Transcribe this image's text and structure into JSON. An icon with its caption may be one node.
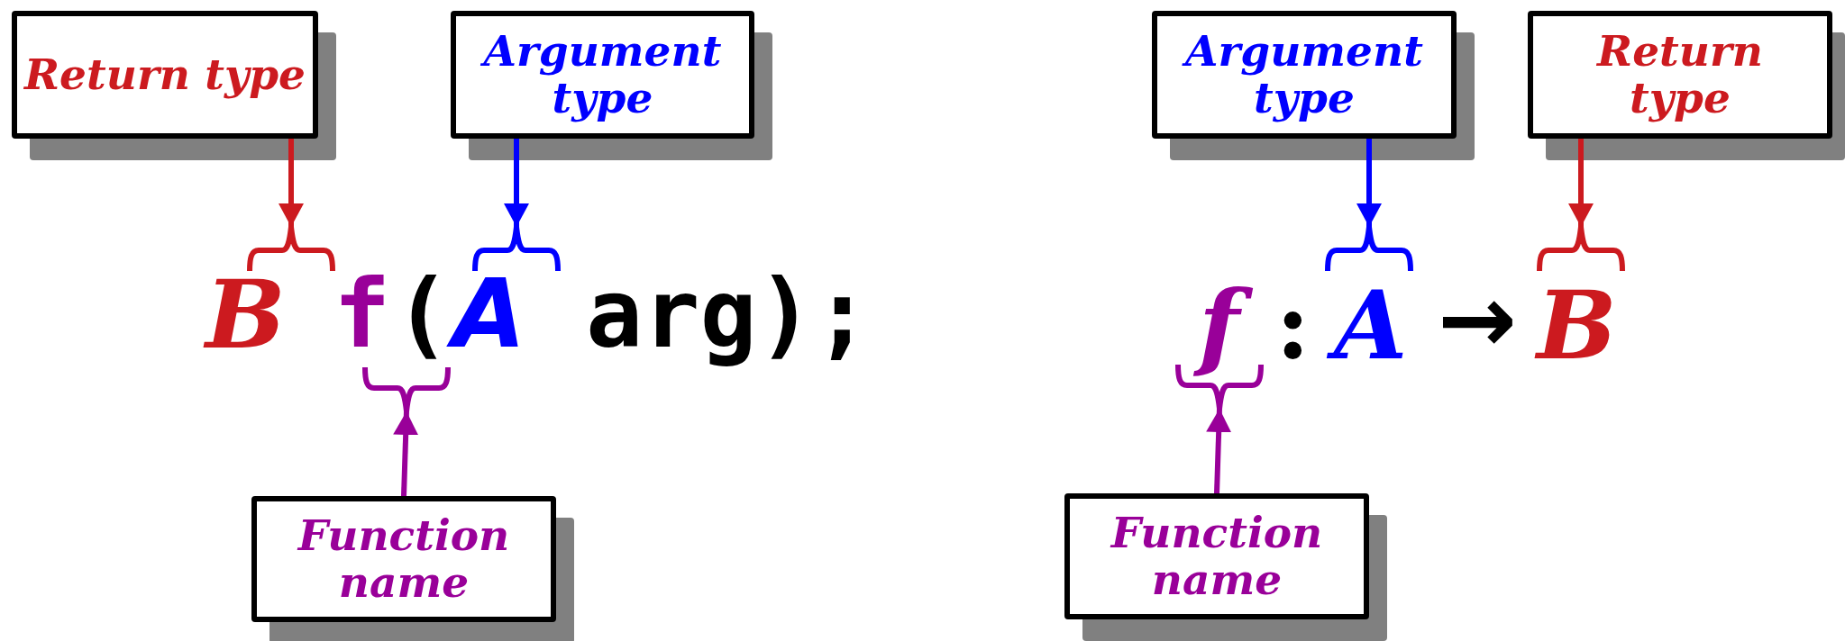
{
  "diagram": {
    "nodes": [
      {
        "text": [
          "Return type"
        ]
      },
      {
        "text": [
          "Argument type"
        ]
      },
      {
        "text": [
          "Argument type"
        ]
      },
      {
        "text": [
          "Return type"
        ]
      },
      {
        "text": [
          "Function name"
        ]
      },
      {
        "text": [
          "Function name"
        ]
      },
      {
        "text": [],
        "shape": "brace"
      },
      {
        "text": [],
        "shape": "brace"
      },
      {
        "text": [],
        "shape": "brace"
      },
      {
        "text": [],
        "shape": "brace"
      },
      {
        "text": [],
        "shape": "brace"
      },
      {
        "text": [],
        "shape": "brace"
      }
    ],
    "edges": [
      {
        "from": 0,
        "to": 6,
        "arrow": "to",
        "color": "#cc1a1f"
      },
      {
        "from": 1,
        "to": 7,
        "arrow": "to",
        "color": "#0000ff"
      },
      {
        "from": 2,
        "to": 8,
        "arrow": "to",
        "color": "#0000ff"
      },
      {
        "from": 3,
        "to": 9,
        "arrow": "to",
        "color": "#cc1a1f"
      },
      {
        "from": 4,
        "to": 10,
        "arrow": "to",
        "color": "#990099"
      },
      {
        "from": 5,
        "to": 11,
        "arrow": "to",
        "color": "#990099"
      }
    ],
    "labels": [
      "B",
      "f",
      "(",
      "A",
      "arg);",
      "f",
      ":",
      "A",
      "→",
      "B"
    ]
  }
}
